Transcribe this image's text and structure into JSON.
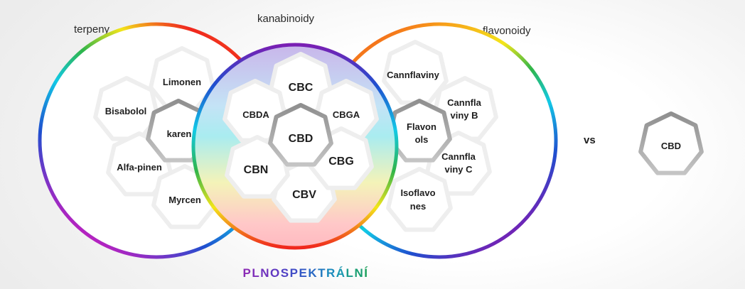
{
  "groups": {
    "terpenes_title": "terpeny",
    "cannabinoids_title": "kanabinoidy",
    "flavonoids_title": "flavonoidy"
  },
  "terpenes": {
    "limonen": "Limonen",
    "bisabolol": "Bisabolol",
    "karen": "karen",
    "alfa_pinen": "Alfa-pinen",
    "myrcen": "Myrcen"
  },
  "cannabinoids": {
    "cbc": "CBC",
    "cbda": "CBDA",
    "cbga": "CBGA",
    "cbd": "CBD",
    "cbn": "CBN",
    "cbg": "CBG",
    "cbv": "CBV"
  },
  "flavonoids": {
    "cannflaviny": "Cannflaviny",
    "cannflaviny_b_line1": "Cannfla",
    "cannflaviny_b_line2": "viny B",
    "flavonols_line1": "Flavon",
    "flavonols_line2": "ols",
    "cannflaviny_c_line1": "Cannfla",
    "cannflaviny_c_line2": "viny C",
    "isoflavones_line1": "Isoflavo",
    "isoflavones_line2": "nes"
  },
  "comparison": {
    "vs": "vs",
    "single": "CBD"
  },
  "footer": {
    "letters": [
      "P",
      "L",
      "N",
      "O",
      "S",
      "P",
      "E",
      "K",
      "T",
      "R",
      "Á",
      "L",
      "N",
      "Í"
    ]
  },
  "colors": {
    "rainbow": [
      "#f0261e",
      "#f7a21a",
      "#f3e51a",
      "#2fb54a",
      "#12c9e6",
      "#1f4fcf",
      "#7a1fb3",
      "#c21fbf"
    ],
    "hex_light": "#eeeeee",
    "hex_dark": "#a9a9a9",
    "center_gradient": [
      "#c9b6ea",
      "#a9ecf0",
      "#f4f3b8",
      "#ffb9c0"
    ]
  }
}
